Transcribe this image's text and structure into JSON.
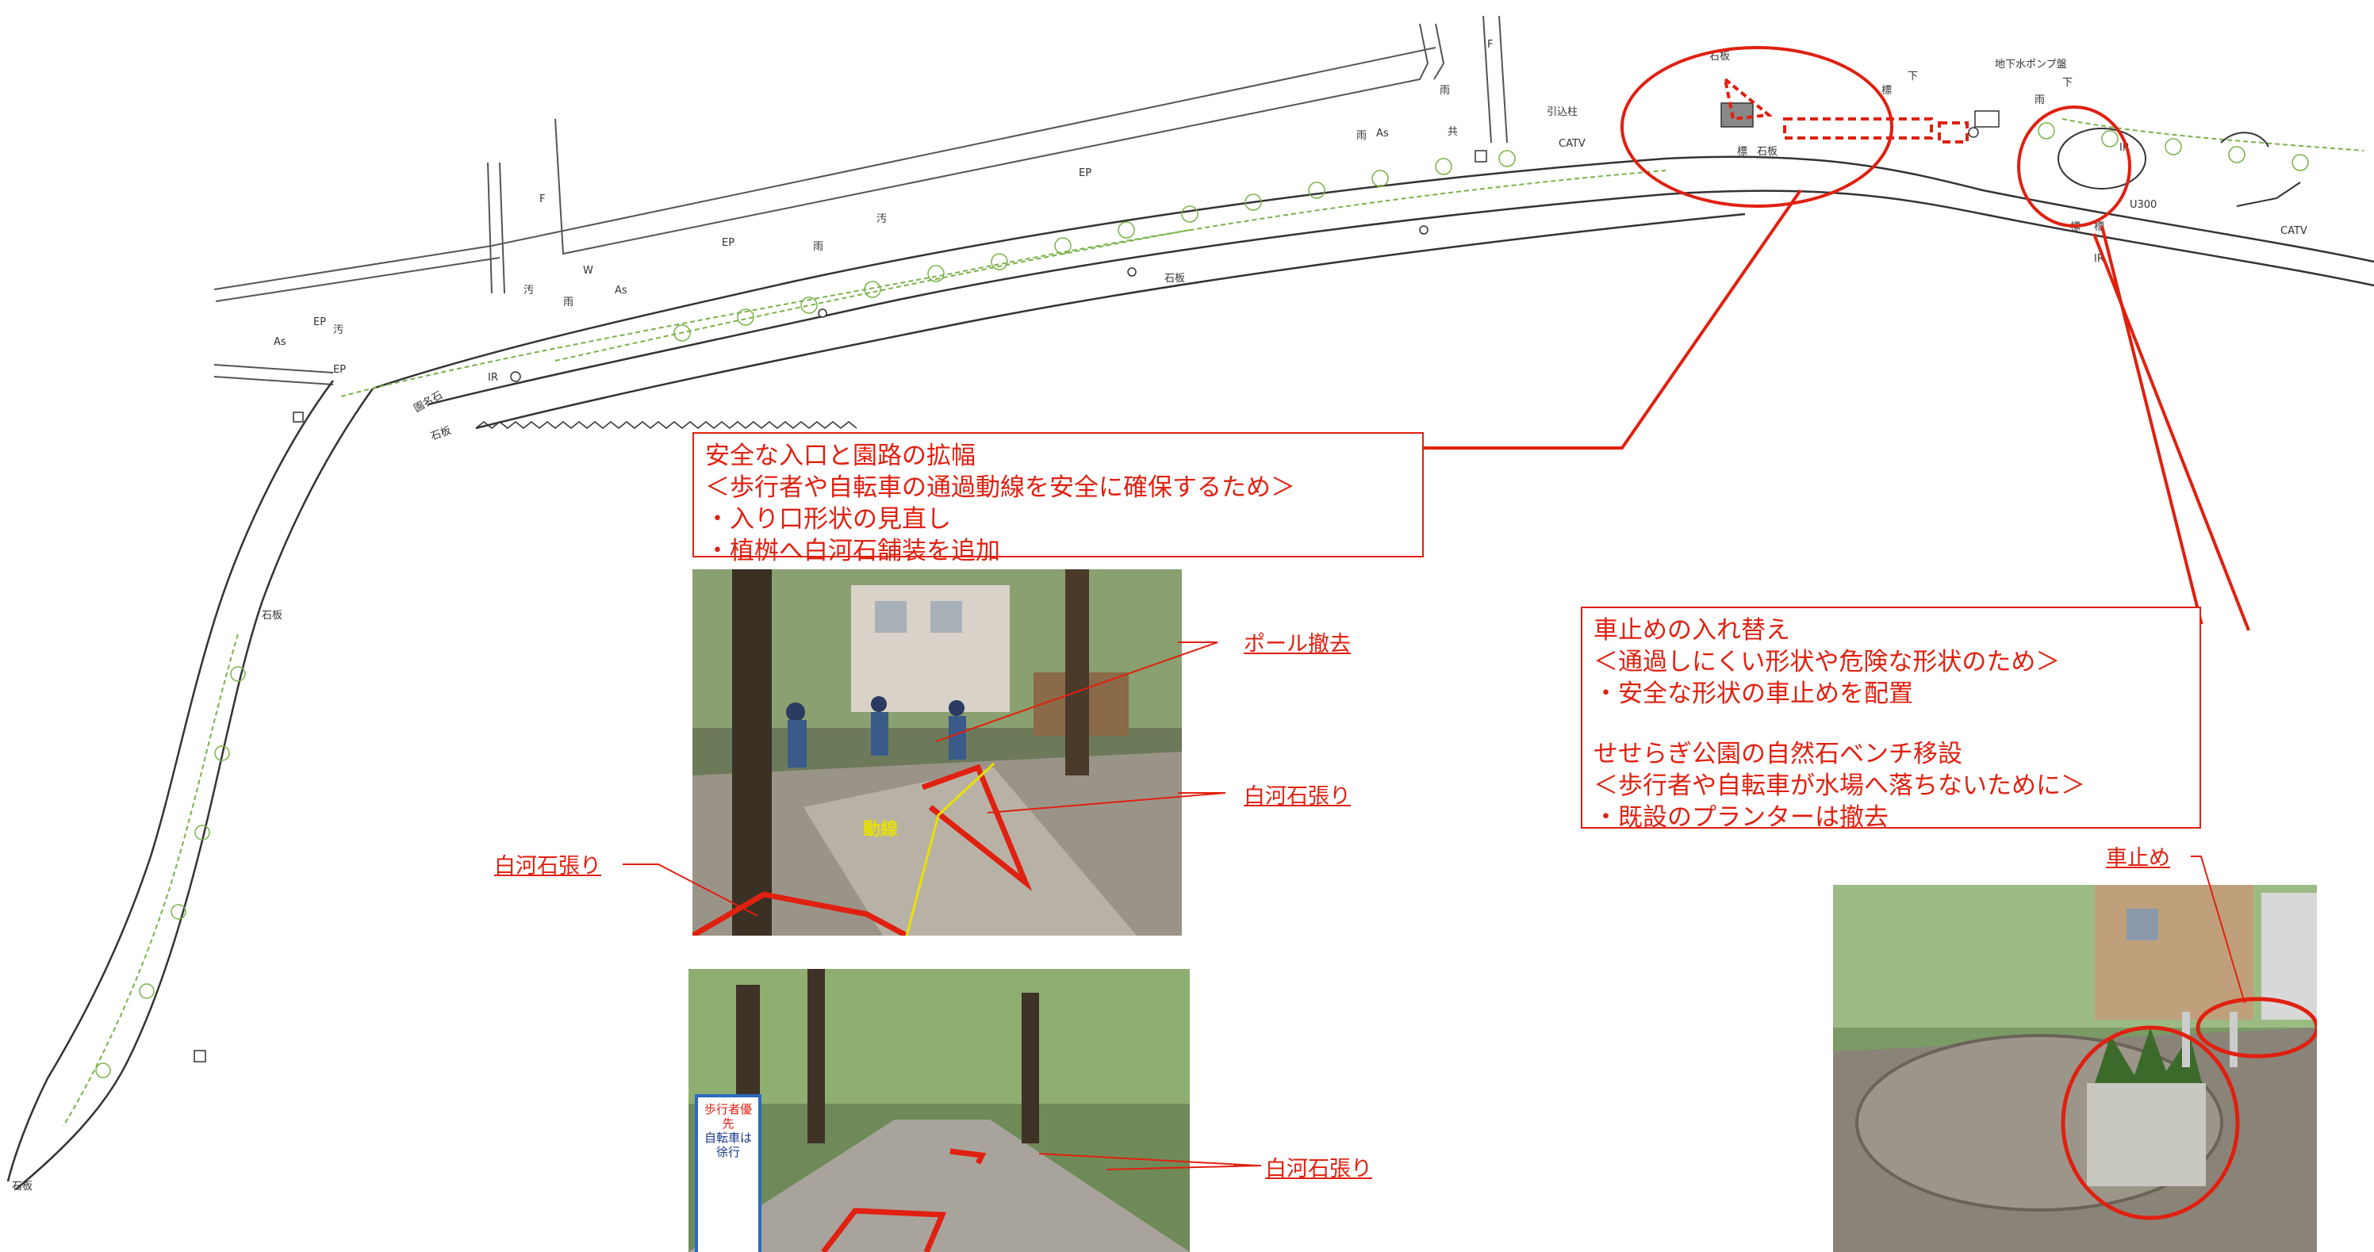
{
  "colors": {
    "accent": "#e02010",
    "plan_line": "#555555",
    "planting": "#7ab34a",
    "motion_arrow": "#e8e000"
  },
  "plan_labels": {
    "ishiita": "石板",
    "sekiban_2": "石板",
    "sekiban_3": "石板",
    "sekiban_4": "石板",
    "sekiban_5": "石板",
    "sekiban_6": "石板",
    "enmeiseki": "園名石",
    "hikikomi": "引込柱",
    "catv_1": "CATV",
    "catv_2": "CATV",
    "pump": "地下水ポンプ盤",
    "ame_1": "雨",
    "ame_2": "雨",
    "ame_3": "雨",
    "ame_4": "雨",
    "ame_5": "雨",
    "osu_1": "汚",
    "osu_2": "汚",
    "osu_3": "汚",
    "as_1": "As",
    "as_2": "As",
    "as_3": "As",
    "ep_1": "EP",
    "ep_2": "EP",
    "ep_3": "EP",
    "ep_4": "EP",
    "kyo": "共",
    "ir_1": "IR",
    "ir_2": "IR",
    "ir_3": "IR",
    "u300": "U300",
    "shita_1": "下",
    "shita_2": "下",
    "shirube_1": "標",
    "shirube_2": "標",
    "shirube_3": "標",
    "shirube_4": "標",
    "f_1": "F",
    "f_2": "F",
    "w": "W"
  },
  "callout_entrance": {
    "title": "安全な入口と園路の拡幅",
    "reason": "＜歩行者や自転車の通過動線を安全に確保するため＞",
    "item_1": "・入り口形状の見直し",
    "item_2": "・植桝へ白河石舗装を追加"
  },
  "callout_bollard": {
    "title": "車止めの入れ替え",
    "reason": "＜通過しにくい形状や危険な形状のため＞",
    "item_1": "・安全な形状の車止めを配置",
    "title_2": "せせらぎ公園の自然石ベンチ移設",
    "reason_2": "＜歩行者や自転車が水場へ落ちないために＞",
    "item_2": "・既設のプランターは撤去"
  },
  "photo_labels": {
    "pole_removal": "ポール撤去",
    "shirakawa_1": "白河石張り",
    "shirakawa_2": "白河石張り",
    "shirakawa_3": "白河石張り",
    "car_stop": "車止め",
    "motion": "動線"
  },
  "sign_text": {
    "line_1": "歩行者優先",
    "line_2": "自転車は",
    "line_3": "徐行"
  }
}
